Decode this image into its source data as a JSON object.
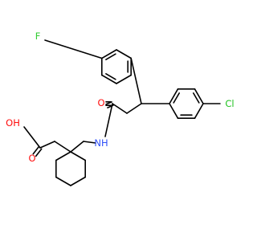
{
  "atoms": {
    "fluorine": {
      "label": "F",
      "color": "#33cc33"
    },
    "chlorine": {
      "label": "Cl",
      "color": "#1fc21f"
    },
    "hydroxyl": {
      "label": "OH",
      "color": "#ff0d0d"
    },
    "carbonyl_acid": {
      "label": "O",
      "color": "#ff0d0d"
    },
    "carbonyl_amide": {
      "label": "O",
      "color": "#ff0d0d"
    },
    "amide_nh": {
      "label": "NH",
      "color": "#3050f8"
    }
  },
  "bond_color": "#000000"
}
